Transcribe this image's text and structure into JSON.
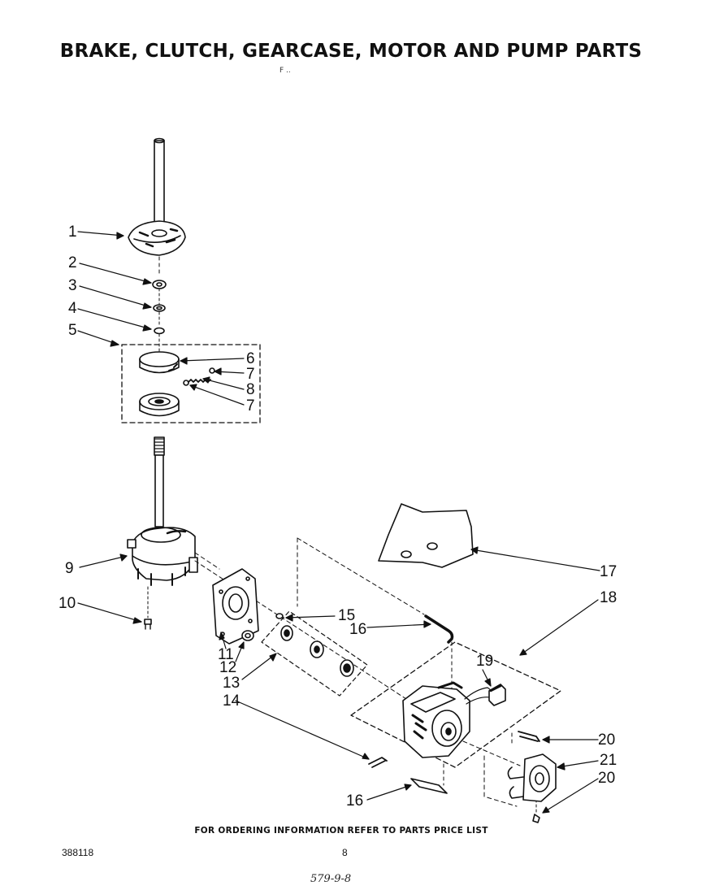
{
  "title": "BRAKE, CLUTCH, GEARCASE, MOTOR AND PUMP PARTS",
  "subtitle_mark": "F ..",
  "callouts": [
    "1",
    "2",
    "3",
    "4",
    "5",
    "6",
    "7",
    "8",
    "7",
    "9",
    "10",
    "11",
    "12",
    "13",
    "14",
    "15",
    "16",
    "16",
    "17",
    "18",
    "19",
    "20",
    "21",
    "20"
  ],
  "footer": {
    "ordering_note": "FOR ORDERING INFORMATION REFER TO PARTS PRICE LIST",
    "doc_number": "388118",
    "page_number": "8",
    "handwritten": "579-9-8"
  }
}
